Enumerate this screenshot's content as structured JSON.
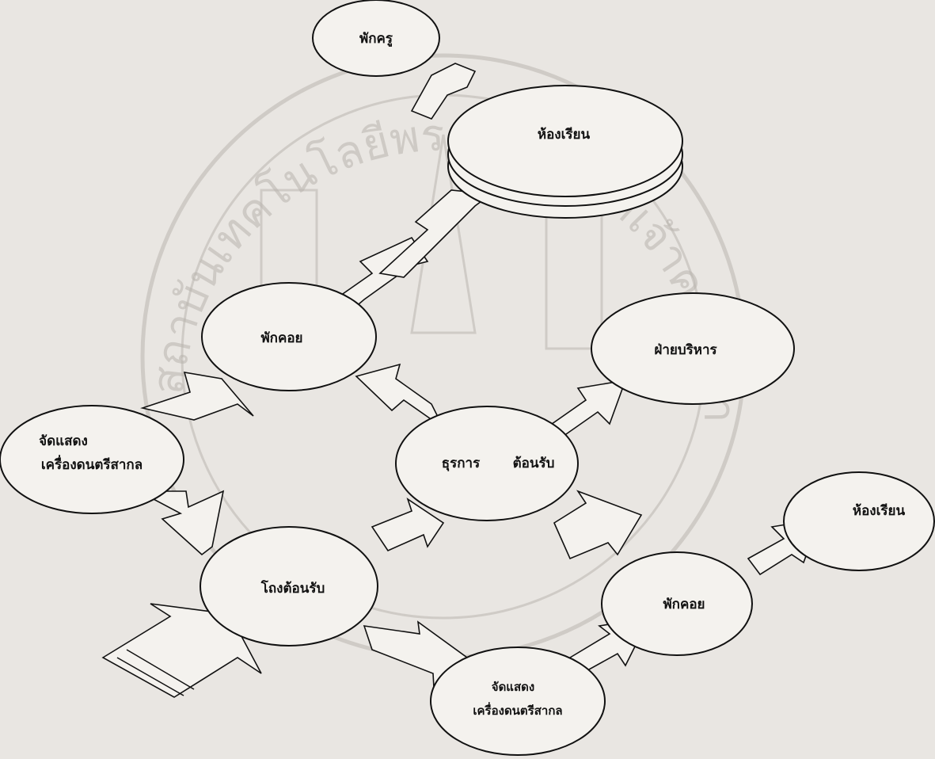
{
  "diagram": {
    "nodes": {
      "teacher_room": "พักครู",
      "classroom_main": "ห้องเรียน",
      "waiting_left": "พักคอย",
      "administration": "ฝ่ายบริหาร",
      "exhibition_left": [
        "จัดแสดง",
        "เครื่องดนตรีสากล"
      ],
      "office": [
        "ธุรการ",
        "ต้อนรับ"
      ],
      "classroom_right": "ห้องเรียน",
      "reception_hall": "โถงต้อนรับ",
      "waiting_right": "พักคอย",
      "exhibition_bottom": [
        "จัดแสดง",
        "เครื่องดนตรีสากล"
      ]
    },
    "watermark": {
      "arc_text": "สถาบันเทคโนโลยีพระจอมเกล้าเจ้าคุณทหารลาดกระบัง"
    }
  }
}
